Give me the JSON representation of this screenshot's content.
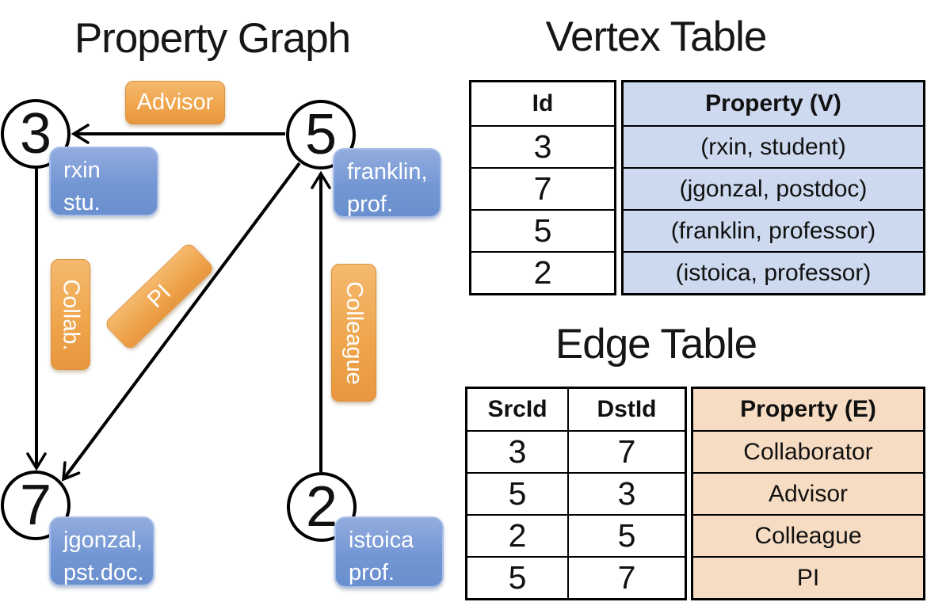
{
  "graph": {
    "title": "Property Graph",
    "nodes": [
      {
        "id": "3"
      },
      {
        "id": "5"
      },
      {
        "id": "7"
      },
      {
        "id": "2"
      }
    ],
    "property_boxes": [
      {
        "line1": "rxin",
        "line2": "stu."
      },
      {
        "line1": "franklin,",
        "line2": "prof."
      },
      {
        "line1": "jgonzal,",
        "line2": "pst.doc."
      },
      {
        "line1": "istoica",
        "line2": "prof."
      }
    ],
    "edge_labels": [
      {
        "label": "Advisor"
      },
      {
        "label": "Collab."
      },
      {
        "label": "PI"
      },
      {
        "label": "Colleague"
      }
    ]
  },
  "vertex_table": {
    "title": "Vertex Table",
    "columns": [
      "Id",
      "Property (V)"
    ],
    "rows": [
      [
        "3",
        "(rxin, student)"
      ],
      [
        "7",
        "(jgonzal, postdoc)"
      ],
      [
        "5",
        "(franklin, professor)"
      ],
      [
        "2",
        "(istoica, professor)"
      ]
    ]
  },
  "edge_table": {
    "title": "Edge Table",
    "columns": [
      "SrcId",
      "DstId",
      "Property (E)"
    ],
    "rows": [
      [
        "3",
        "7",
        "Collaborator"
      ],
      [
        "5",
        "3",
        "Advisor"
      ],
      [
        "2",
        "5",
        "Colleague"
      ],
      [
        "5",
        "7",
        "PI"
      ]
    ]
  },
  "colors": {
    "edge_label_orange_top": "#f5b96e",
    "edge_label_orange_bottom": "#e8973d",
    "vertex_box_blue_top": "#93acde",
    "vertex_box_blue_bottom": "#6a8fce",
    "vertex_table_cell_bg": "#cdd9ee",
    "edge_table_cell_bg": "#f6dcc2",
    "line_color": "#000000",
    "background": "#ffffff"
  }
}
